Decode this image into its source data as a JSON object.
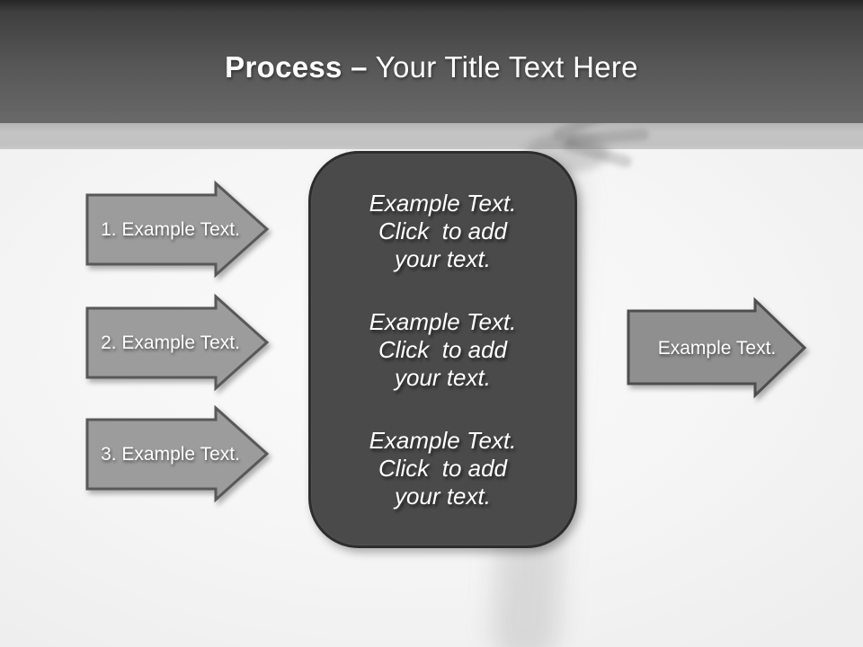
{
  "title": {
    "emphasis": "Process –",
    "rest": " Your Title Text Here"
  },
  "steps": [
    {
      "label": "1. Example Text."
    },
    {
      "label": "2. Example Text."
    },
    {
      "label": "3. Example Text."
    }
  ],
  "output_arrow": {
    "label": "Example Text."
  },
  "center_box": {
    "paragraphs": [
      "Example Text.\nClick  to add\nyour text.",
      "Example Text.\nClick  to add\nyour text.",
      "Example Text.\nClick  to add\nyour text."
    ]
  },
  "colors": {
    "header_gradient_top": "#262626",
    "header_gradient_bottom": "#696969",
    "accent_band": "#c2c2c2",
    "body_background": "#f4f4f4",
    "step_arrow_fill": "#9c9c9c",
    "step_arrow_border": "#585858",
    "output_arrow_fill": "#8f8f8f",
    "output_arrow_border": "#4e4e4e",
    "panel_fill": "#4a4a4a",
    "panel_border": "#2d2d2d",
    "text": "#ffffff"
  }
}
